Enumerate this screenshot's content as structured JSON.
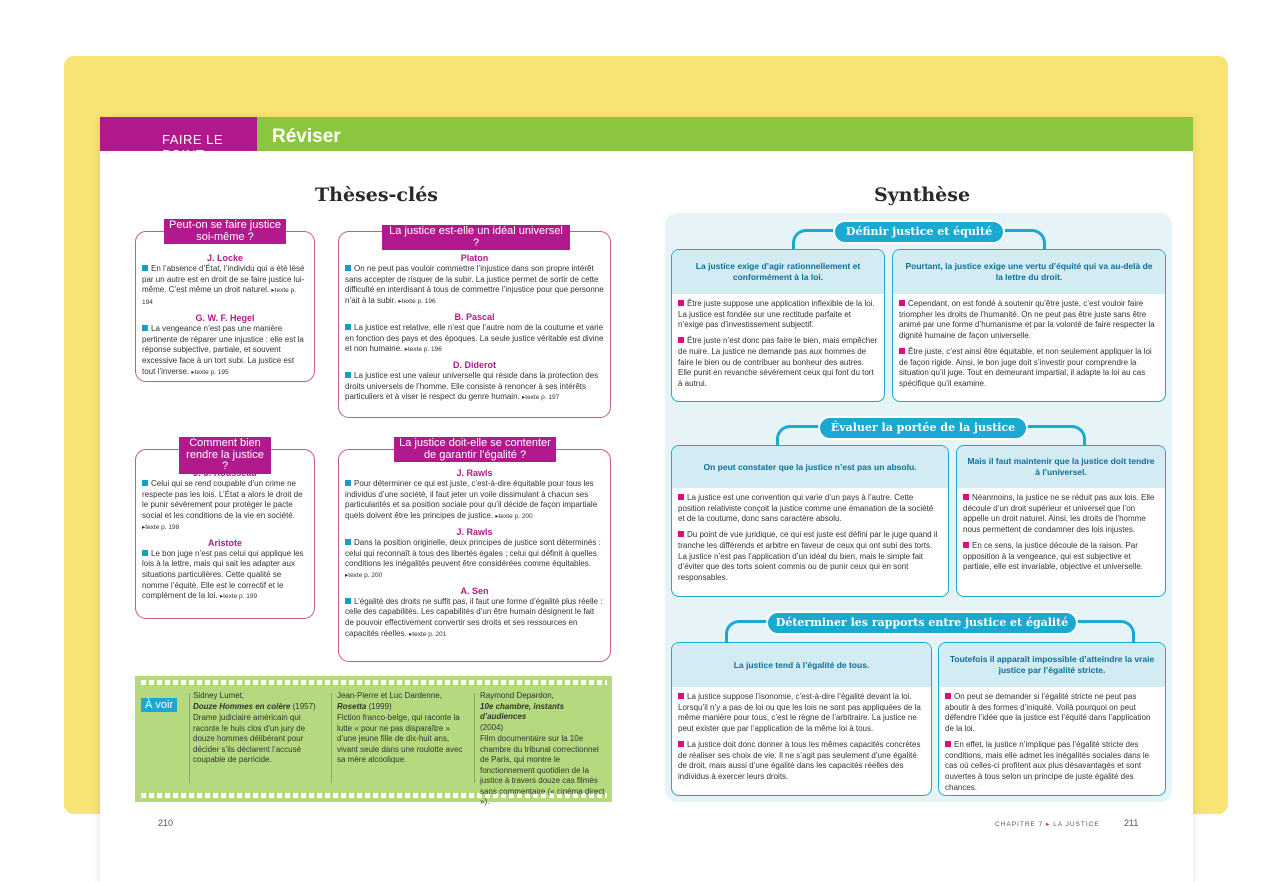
{
  "header": {
    "section": "FAIRE LE POINT",
    "title": "Réviser"
  },
  "left": {
    "title": "Thèses-clés",
    "q1": {
      "question": "Peut-on se faire justice soi-même ?",
      "a1": {
        "author": "J. Locke",
        "text": "En l’absence d’État, l’individu qui a été lésé par un autre est en droit de se faire justice lui-même. C’est même un droit naturel.",
        "ref": "▸texte p. 194"
      },
      "a2": {
        "author": "G. W. F. Hegel",
        "text": "La vengeance n’est pas une manière pertinente de réparer une injustice : elle est la réponse subjective, partiale, et souvent excessive face à un tort subi. La justice est tout l’inverse.",
        "ref": "▸texte p. 195"
      }
    },
    "q2": {
      "question": "La justice est-elle un idéal universel ?",
      "a1": {
        "author": "Platon",
        "text": "On ne peut pas vouloir commettre l’injustice dans son propre intérêt sans accepter de risquer de la subir. La justice permet de sortir de cette difficulté en interdisant à tous de commettre l’injustice pour que personne n’ait à la subir.",
        "ref": "▸texte p. 196"
      },
      "a2": {
        "author": "B. Pascal",
        "text": "La justice est relative, elle n’est que l’autre nom de la coutume et varie en fonction des pays et des époques. La seule justice véritable est divine et non humaine.",
        "ref": "▸texte p. 196"
      },
      "a3": {
        "author": "D. Diderot",
        "text": "La justice est une valeur universelle qui réside dans la protection des droits universels de l’homme. Elle consiste à renoncer à ses intérêts particuliers et à viser le respect du genre humain.",
        "ref": "▸texte p. 197"
      }
    },
    "q3": {
      "question": "Comment bien rendre la justice ?",
      "a1": {
        "author": "J.-J. Rousseau",
        "text": "Celui qui se rend coupable d’un crime ne respecte pas les lois. L’État a alors le droit de le punir sévèrement pour protéger le pacte social et les conditions de la vie en société.",
        "ref": "▸texte p. 198"
      },
      "a2": {
        "author": "Aristote",
        "text": "Le bon juge n’est pas celui qui applique les lois à la lettre, mais qui sait les adapter aux situations particulières. Cette qualité se nomme l’équité. Elle est le correctif et le complément de la loi.",
        "ref": "▸texte p. 199"
      }
    },
    "q4": {
      "question": "La justice doit-elle se contenter de garantir l’égalité ?",
      "a1": {
        "author": "J. Rawls",
        "text": "Pour déterminer ce qui est juste, c’est-à-dire équitable pour tous les individus d’une société, il faut jeter un voile dissimulant à chacun ses particularités et sa position sociale pour qu’il décide de façon impartiale quels doivent être les principes de justice.",
        "ref": "▸texte p. 200"
      },
      "a2": {
        "author": "J. Rawls",
        "text": "Dans la position originelle, deux principes de justice sont déterminés : celui qui reconnaît à tous des libertés égales ; celui qui définit à quelles conditions les inégalités peuvent être considérées comme équitables.",
        "ref": "▸texte p. 200"
      },
      "a3": {
        "author": "A. Sen",
        "text": "L’égalité des droits ne suffit pas, il faut une forme d’égalité plus réelle : celle des capabilités. Les capabilités d’un être humain désignent le fait de pouvoir effectivement convertir ses droits et ses ressources en capacités réelles.",
        "ref": "▸texte p. 201"
      }
    },
    "avoir": {
      "label": "À voir",
      "f1": {
        "director": "Sidney Lumet,",
        "title": "Douze Hommes en colère",
        "year": " (1957)",
        "desc": "Drame judiciaire américain qui raconte le huis clos d’un jury de douze hommes délibérant pour décider s’ils déclarent l’accusé coupable de parricide."
      },
      "f2": {
        "director": "Jean-Pierre et Luc Dardenne,",
        "title": "Rosetta",
        "year": " (1999)",
        "desc": "Fiction franco-belge, qui raconte la lutte « pour ne pas disparaître » d’une jeune fille de dix-huit ans, vivant seule dans une roulotte avec sa mère alcoolique."
      },
      "f3": {
        "director": "Raymond Depardon,",
        "title": "10e chambre, instants d’audiences",
        "year": "(2004)",
        "desc": "Film documentaire sur la 10e chambre du tribunal correctionnel de Paris, qui montre le fonctionnement quotidien de la justice à travers douze cas filmés sans commentaire (« cinéma direct »)."
      }
    },
    "page_number": "210"
  },
  "right": {
    "title": "Synthèse",
    "s1": {
      "label": "Définir justice et équité",
      "l": {
        "head": "La justice exige d’agir rationnellement et conformément à la loi.",
        "p1": "Être juste suppose une application inflexible de la loi. La justice est fondée sur une rectitude parfaite et n’exige pas d’investissement subjectif.",
        "p2": "Être juste n’est donc pas faire le bien, mais empêcher de nuire. La justice ne demande pas aux hommes de faire le bien ou de contribuer au bonheur des autres. Elle punit en revanche sévèrement ceux qui font du tort à autrui."
      },
      "r": {
        "head": "Pourtant, la justice exige une vertu d’équité qui va au-delà de la lettre du droit.",
        "p1": "Cependant, on est fondé à soutenir qu’être juste, c’est vouloir faire triompher les droits de l’humanité. On ne peut pas être juste sans être animé par une forme d’humanisme et par la volonté de faire respecter la dignité humaine de façon universelle.",
        "p2": "Être juste, c’est ainsi être équitable, et non seulement appliquer la loi de façon rigide. Ainsi, le bon juge doit s’investir pour comprendre la situation qu’il juge. Tout en demeurant impartial, il adapte la loi au cas spécifique qu’il examine."
      }
    },
    "s2": {
      "label": "Évaluer la portée de la justice",
      "l": {
        "head": "On peut constater que la justice n’est pas un absolu.",
        "p1": "La justice est une convention qui varie d’un pays à l’autre. Cette position relativiste conçoit la justice comme une émanation de la société et de la coutume, donc sans caractère absolu.",
        "p2": "Du point de vue juridique, ce qui est juste est défini par le juge quand il tranche les différends et arbitre en faveur de ceux qui ont subi des torts. La justice n’est pas l’application d’un idéal du bien, mais le simple fait d’éviter que des torts soient commis ou de punir ceux qui en sont responsables."
      },
      "r": {
        "head": "Mais il faut maintenir que la justice doit tendre à l’universel.",
        "p1": "Néanmoins, la justice ne se réduit pas aux lois. Elle découle d’un droit supérieur et universel que l’on appelle un droit naturel. Ainsi, les droits de l’homme nous permettent de condamner des lois injustes.",
        "p2": "En ce sens, la justice découle de la raison. Par opposition à la vengeance, qui est subjective et partiale, elle est invariable, objective et universelle."
      }
    },
    "s3": {
      "label": "Déterminer les rapports entre justice et égalité",
      "l": {
        "head": "La justice tend à l’égalité de tous.",
        "p1": "La justice suppose l’isonomie, c’est-à-dire l’égalité devant la loi. Lorsqu’il n’y a pas de loi ou que les lois ne sont pas appliquées de la même manière pour tous, c’est le règne de l’arbitraire. La justice ne peut exister que par l’application de la même loi à tous.",
        "p2": "La justice doit donc donner à tous les mêmes capacités concrètes de réaliser ses choix de vie. Il ne s’agit pas seulement d’une égalité de droit, mais aussi d’une égalité dans les capacités réelles des individus à exercer leurs droits."
      },
      "r": {
        "head": "Toutefois il apparaît impossible d’atteindre la vraie justice par l’égalité stricte.",
        "p1": "On peut se demander si l’égalité stricte ne peut pas aboutir à des formes d’iniquité. Voilà pourquoi on peut défendre l’idée que la justice est l’équité dans l’application de la loi.",
        "p2": "En effet, la justice n’implique pas l’égalité stricte des conditions, mais elle admet les inégalités sociales dans le cas où celles-ci profitent aux plus désavantagés et sont ouvertes à tous selon un principe de juste égalité des chances."
      }
    },
    "footer_chapter": "CHAPITRE 7",
    "footer_arrow": "▸",
    "footer_topic": "LA JUSTICE",
    "page_number": "211"
  },
  "colors": {
    "magenta": "#b2198d",
    "green": "#8cc63f",
    "cyan": "#1aa9d1",
    "yellow": "#f8e472"
  }
}
